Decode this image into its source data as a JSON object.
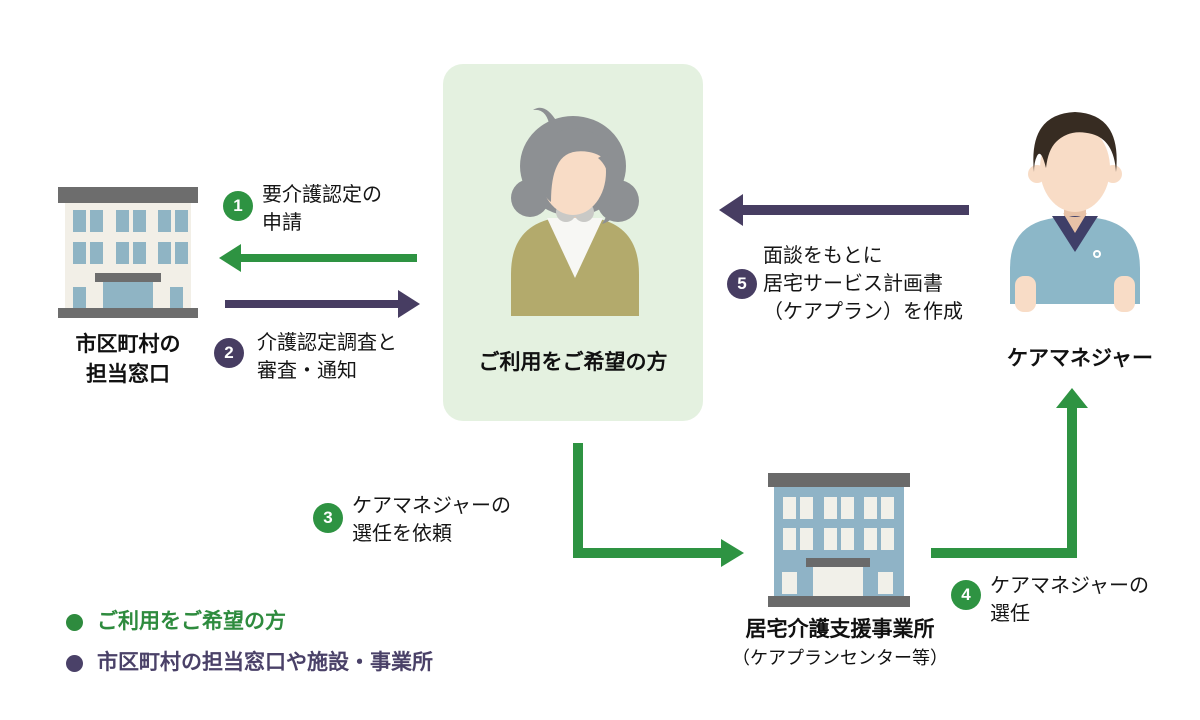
{
  "center_box": {
    "label": "ご利用をご希望の方"
  },
  "municipal_office": {
    "line1": "市区町村の",
    "line2": "担当窓口"
  },
  "care_manager": {
    "label": "ケアマネジャー"
  },
  "support_office": {
    "label": "居宅介護支援事業所",
    "sublabel": "（ケアプランセンター等）"
  },
  "steps": [
    {
      "num": "1",
      "color": "green",
      "lines": [
        "要介護認定の",
        "申請"
      ]
    },
    {
      "num": "2",
      "color": "purple",
      "lines": [
        "介護認定調査と",
        "審査・通知"
      ]
    },
    {
      "num": "3",
      "color": "green",
      "lines": [
        "ケアマネジャーの",
        "選任を依頼"
      ]
    },
    {
      "num": "4",
      "color": "green",
      "lines": [
        "ケアマネジャーの",
        "選任"
      ]
    },
    {
      "num": "5",
      "color": "purple",
      "lines": [
        "面談をもとに",
        "居宅サービス計画書",
        "（ケアプラン）を作成"
      ]
    }
  ],
  "legend": [
    {
      "color": "#2e8b3e",
      "label": "ご利用をご希望の方"
    },
    {
      "color": "#4a4168",
      "label": "市区町村の担当窓口や施設・事業所"
    }
  ],
  "colors": {
    "green": "#2e9342",
    "purple": "#473d62",
    "center_box_bg": "#e4f1e0",
    "building_gray": "#6d6d6d",
    "building_cream": "#f2efe7",
    "building_blue": "#8fb4c4"
  }
}
